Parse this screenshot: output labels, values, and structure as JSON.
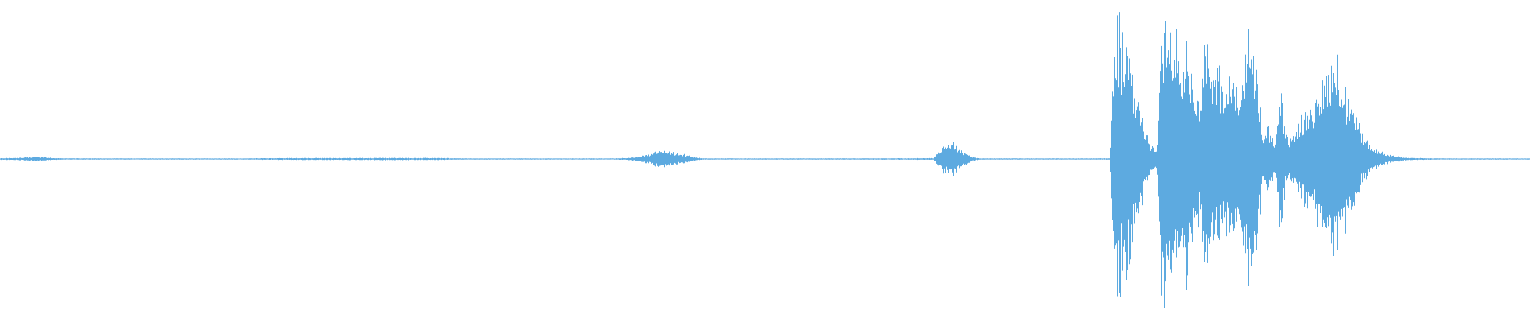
{
  "waveform": {
    "color": "#5DAAE0",
    "style": "symmetric-amplitude-envelope",
    "channels": 1,
    "envelope": [
      [
        0.0,
        0.006
      ],
      [
        0.01,
        0.008
      ],
      [
        0.02,
        0.012
      ],
      [
        0.025,
        0.015
      ],
      [
        0.03,
        0.01
      ],
      [
        0.04,
        0.005
      ],
      [
        0.06,
        0.004
      ],
      [
        0.08,
        0.003
      ],
      [
        0.12,
        0.004
      ],
      [
        0.16,
        0.003
      ],
      [
        0.17,
        0.006
      ],
      [
        0.2,
        0.007
      ],
      [
        0.25,
        0.008
      ],
      [
        0.29,
        0.007
      ],
      [
        0.3,
        0.004
      ],
      [
        0.35,
        0.003
      ],
      [
        0.4,
        0.003
      ],
      [
        0.415,
        0.012
      ],
      [
        0.425,
        0.04
      ],
      [
        0.432,
        0.06
      ],
      [
        0.44,
        0.048
      ],
      [
        0.448,
        0.03
      ],
      [
        0.455,
        0.01
      ],
      [
        0.46,
        0.004
      ],
      [
        0.5,
        0.003
      ],
      [
        0.56,
        0.004
      ],
      [
        0.61,
        0.006
      ],
      [
        0.615,
        0.09
      ],
      [
        0.62,
        0.12
      ],
      [
        0.625,
        0.1
      ],
      [
        0.63,
        0.05
      ],
      [
        0.635,
        0.015
      ],
      [
        0.64,
        0.004
      ],
      [
        0.7,
        0.003
      ],
      [
        0.725,
        0.005
      ],
      [
        0.729,
        0.97
      ],
      [
        0.735,
        0.93
      ],
      [
        0.742,
        0.52
      ],
      [
        0.748,
        0.23
      ],
      [
        0.752,
        0.1
      ],
      [
        0.756,
        0.06
      ],
      [
        0.759,
        0.97
      ],
      [
        0.763,
        1.0
      ],
      [
        0.77,
        0.76
      ],
      [
        0.776,
        0.84
      ],
      [
        0.78,
        0.64
      ],
      [
        0.784,
        0.42
      ],
      [
        0.788,
        0.88
      ],
      [
        0.793,
        0.6
      ],
      [
        0.797,
        0.62
      ],
      [
        0.801,
        0.58
      ],
      [
        0.806,
        0.56
      ],
      [
        0.81,
        0.38
      ],
      [
        0.815,
        0.87
      ],
      [
        0.819,
        0.92
      ],
      [
        0.822,
        0.56
      ],
      [
        0.825,
        0.14
      ],
      [
        0.829,
        0.22
      ],
      [
        0.833,
        0.12
      ],
      [
        0.837,
        0.56
      ],
      [
        0.84,
        0.16
      ],
      [
        0.845,
        0.18
      ],
      [
        0.849,
        0.26
      ],
      [
        0.853,
        0.37
      ],
      [
        0.857,
        0.33
      ],
      [
        0.862,
        0.45
      ],
      [
        0.867,
        0.62
      ],
      [
        0.872,
        0.76
      ],
      [
        0.876,
        0.62
      ],
      [
        0.88,
        0.44
      ],
      [
        0.886,
        0.3
      ],
      [
        0.892,
        0.14
      ],
      [
        0.898,
        0.08
      ],
      [
        0.905,
        0.04
      ],
      [
        0.912,
        0.02
      ],
      [
        0.92,
        0.008
      ],
      [
        0.94,
        0.004
      ],
      [
        0.97,
        0.003
      ],
      [
        1.0,
        0.003
      ]
    ]
  }
}
